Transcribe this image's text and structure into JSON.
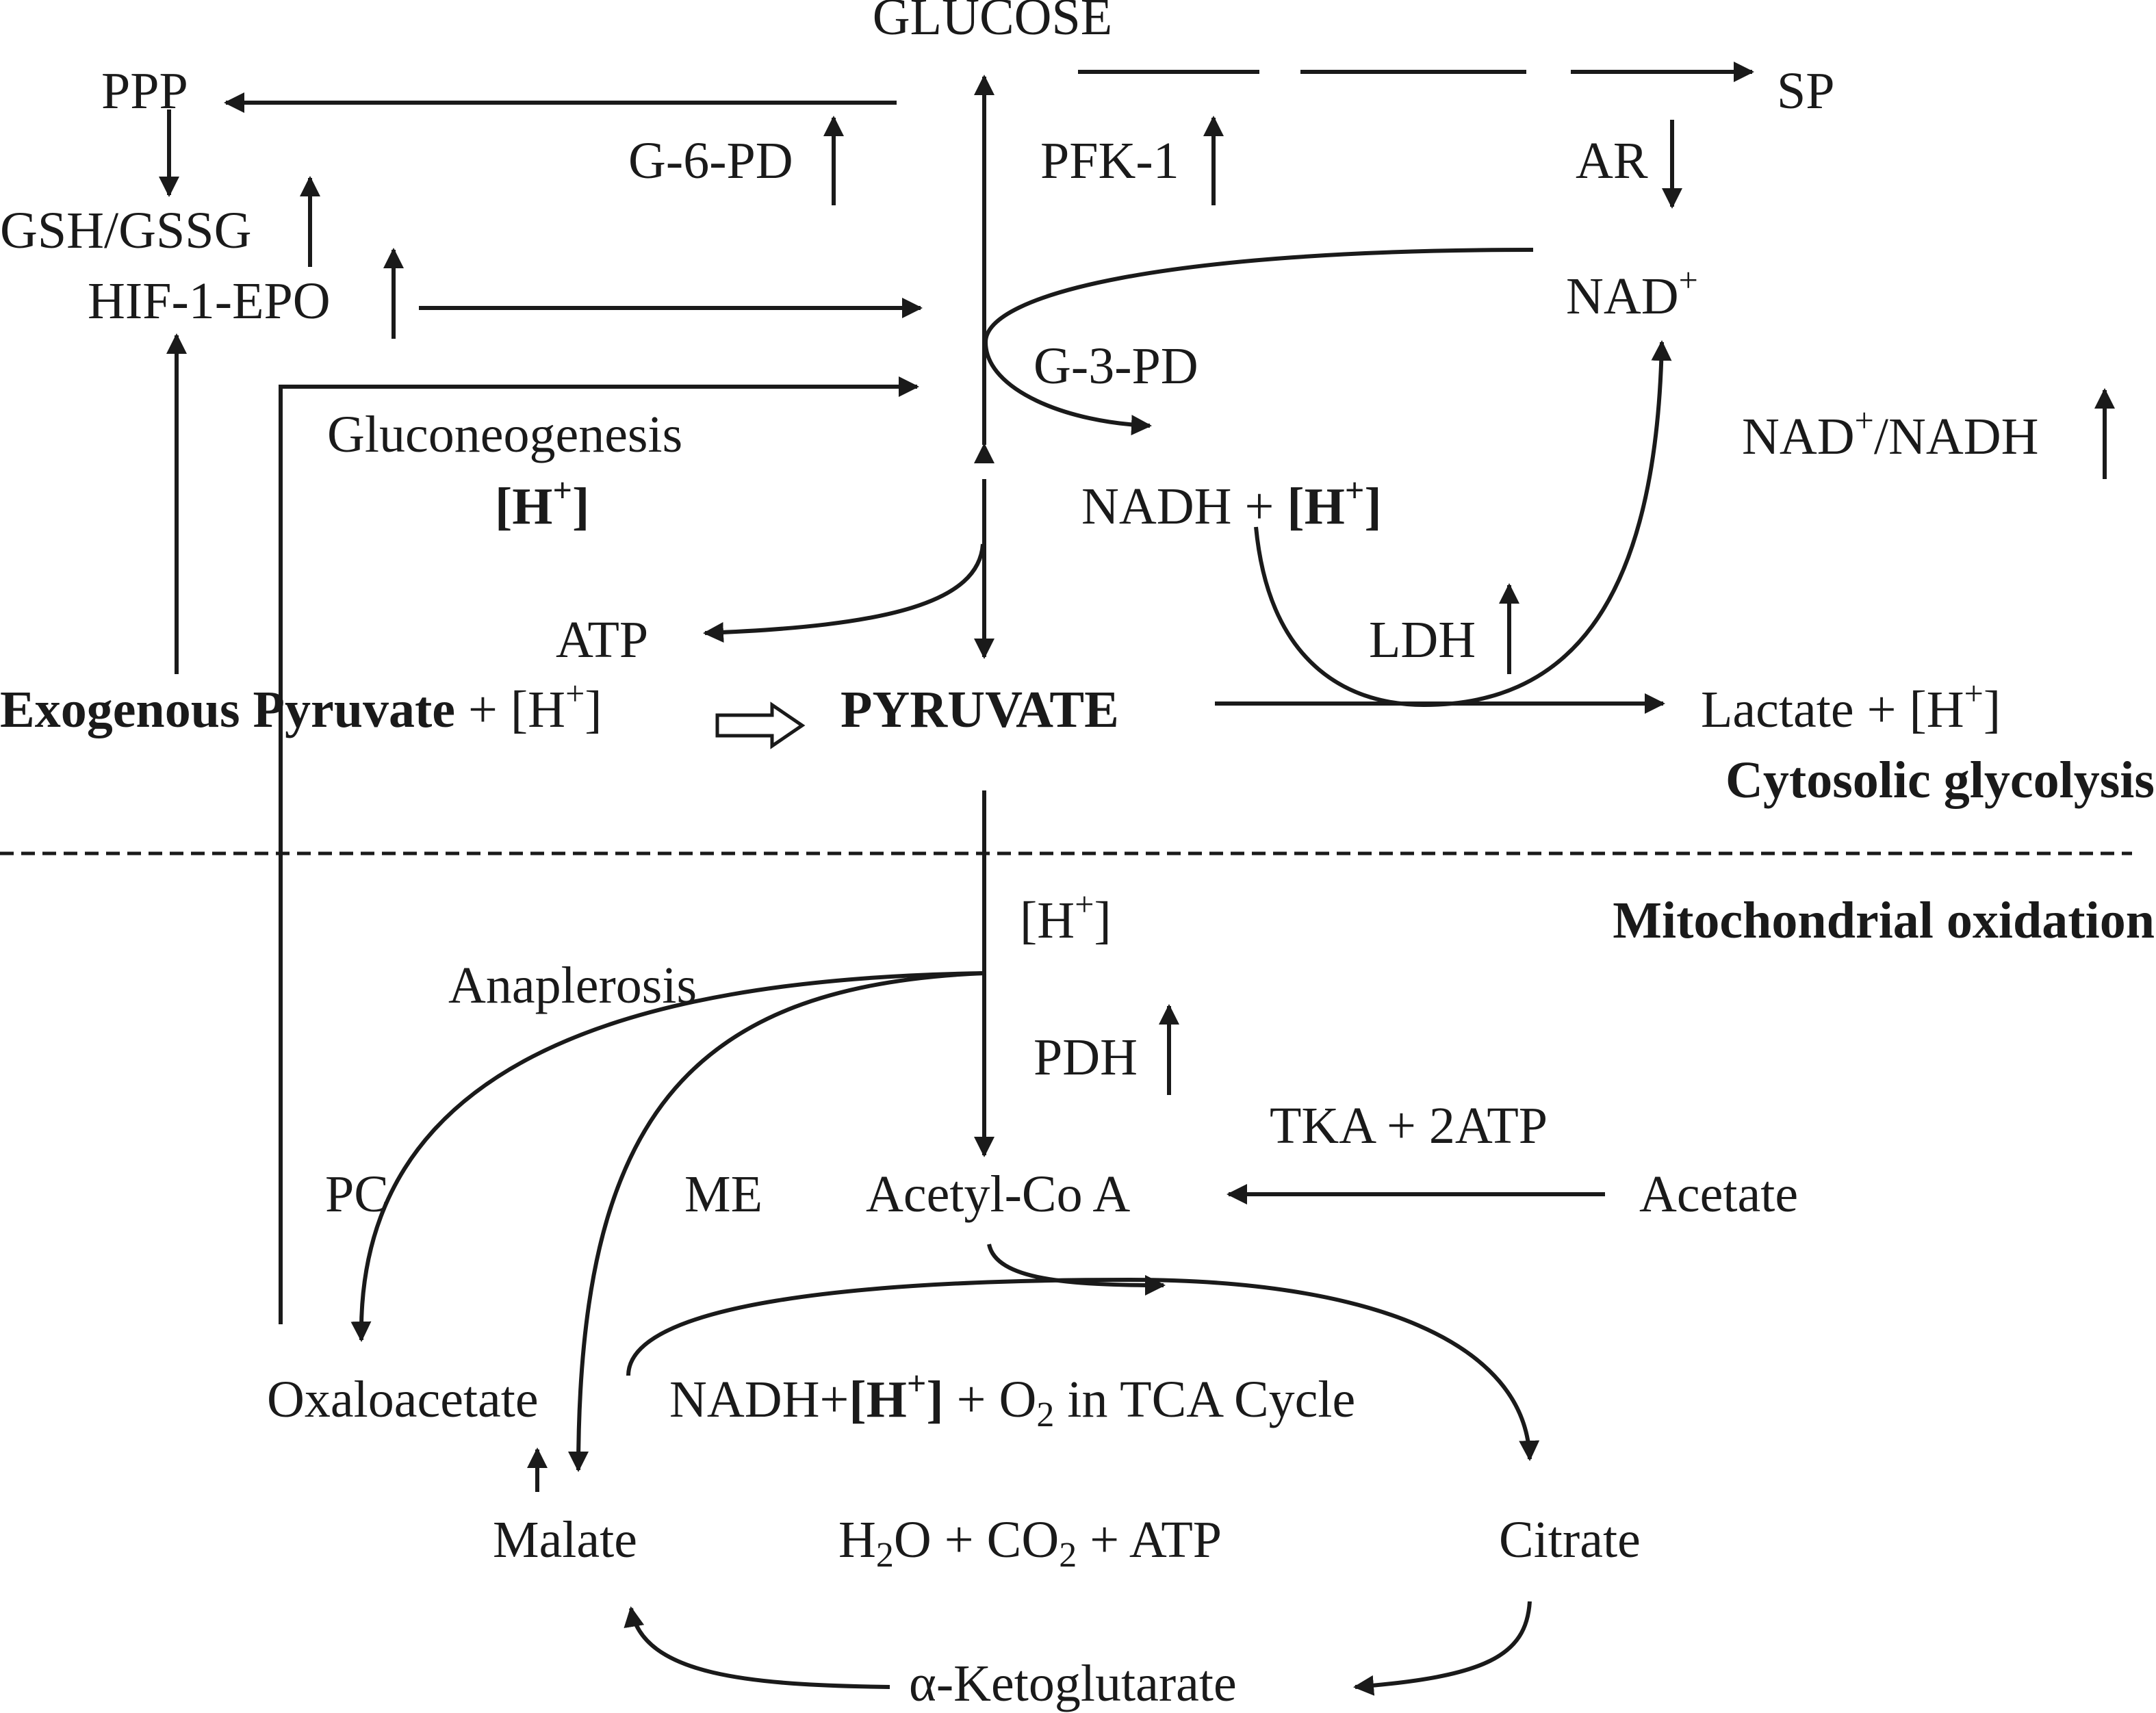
{
  "nodes": {
    "glucose": "GLUCOSE",
    "ppp": "PPP",
    "sp": "SP",
    "g6pd": "G-6-PD",
    "pfk1": "PFK-1",
    "ar": "AR",
    "gsh_gssg": "GSH/GSSG",
    "hif_epo": "HIF-1-EPO",
    "nad_base": "NAD",
    "nad_sup": "+",
    "g3pd": "G-3-PD",
    "gluconeogenesis": "Gluconeogenesis",
    "h_bracket_open": "[H",
    "h_sup": "+",
    "h_bracket_close": "]",
    "nad_ratio_a": "NAD",
    "nad_ratio_b": "/NADH",
    "nadh_plus": "NADH + ",
    "atp": "ATP",
    "ldh": "LDH",
    "exo_a": "Exogenous",
    "exo_b": "Pyruvate",
    "exo_c": " + [H",
    "pyruvate": "PYRUVATE",
    "lactate": "Lactate + [H",
    "cytosolic": "Cytosolic glycolysis",
    "mitochondrial": "Mitochondrial oxidation",
    "anaplerosis": "Anaplerosis",
    "pdh": "PDH",
    "tka": "TKA + 2ATP",
    "pc": "PC",
    "me": "ME",
    "acetyl_coa": "Acetyl-Co A",
    "acetate": "Acetate",
    "oxaloacetate": "Oxaloacetate",
    "tca_a": "NADH+",
    "tca_b": " + O",
    "tca_sub": "2",
    "tca_c": "  in TCA Cycle",
    "malate": "Malate",
    "h2o_a": "H",
    "h2o_sub1": "2",
    "h2o_b": "O + CO",
    "h2o_sub2": "2",
    "h2o_c": " + ATP",
    "citrate": "Citrate",
    "akg": "α-Ketoglutarate"
  }
}
